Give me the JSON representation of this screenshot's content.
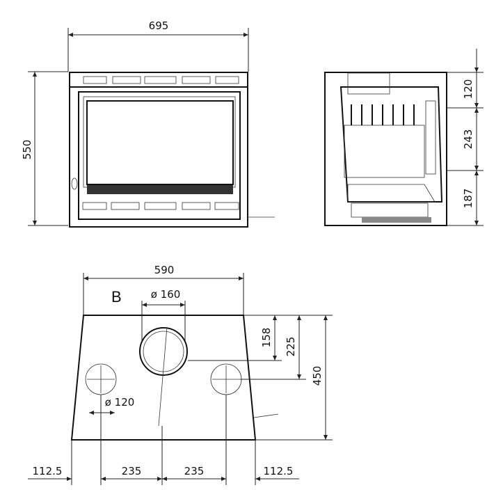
{
  "front_view": {
    "width_dim": "695",
    "height_dim": "550"
  },
  "side_view": {
    "dims": [
      "120",
      "243",
      "187"
    ]
  },
  "bottom_view": {
    "label": "B",
    "width_dim": "590",
    "flue_dim": "ø 160",
    "inlet_dim": "ø 120",
    "right_dims": [
      "158",
      "225",
      "450"
    ],
    "bottom_dims": [
      "112.5",
      "235",
      "235",
      "112.5"
    ]
  }
}
